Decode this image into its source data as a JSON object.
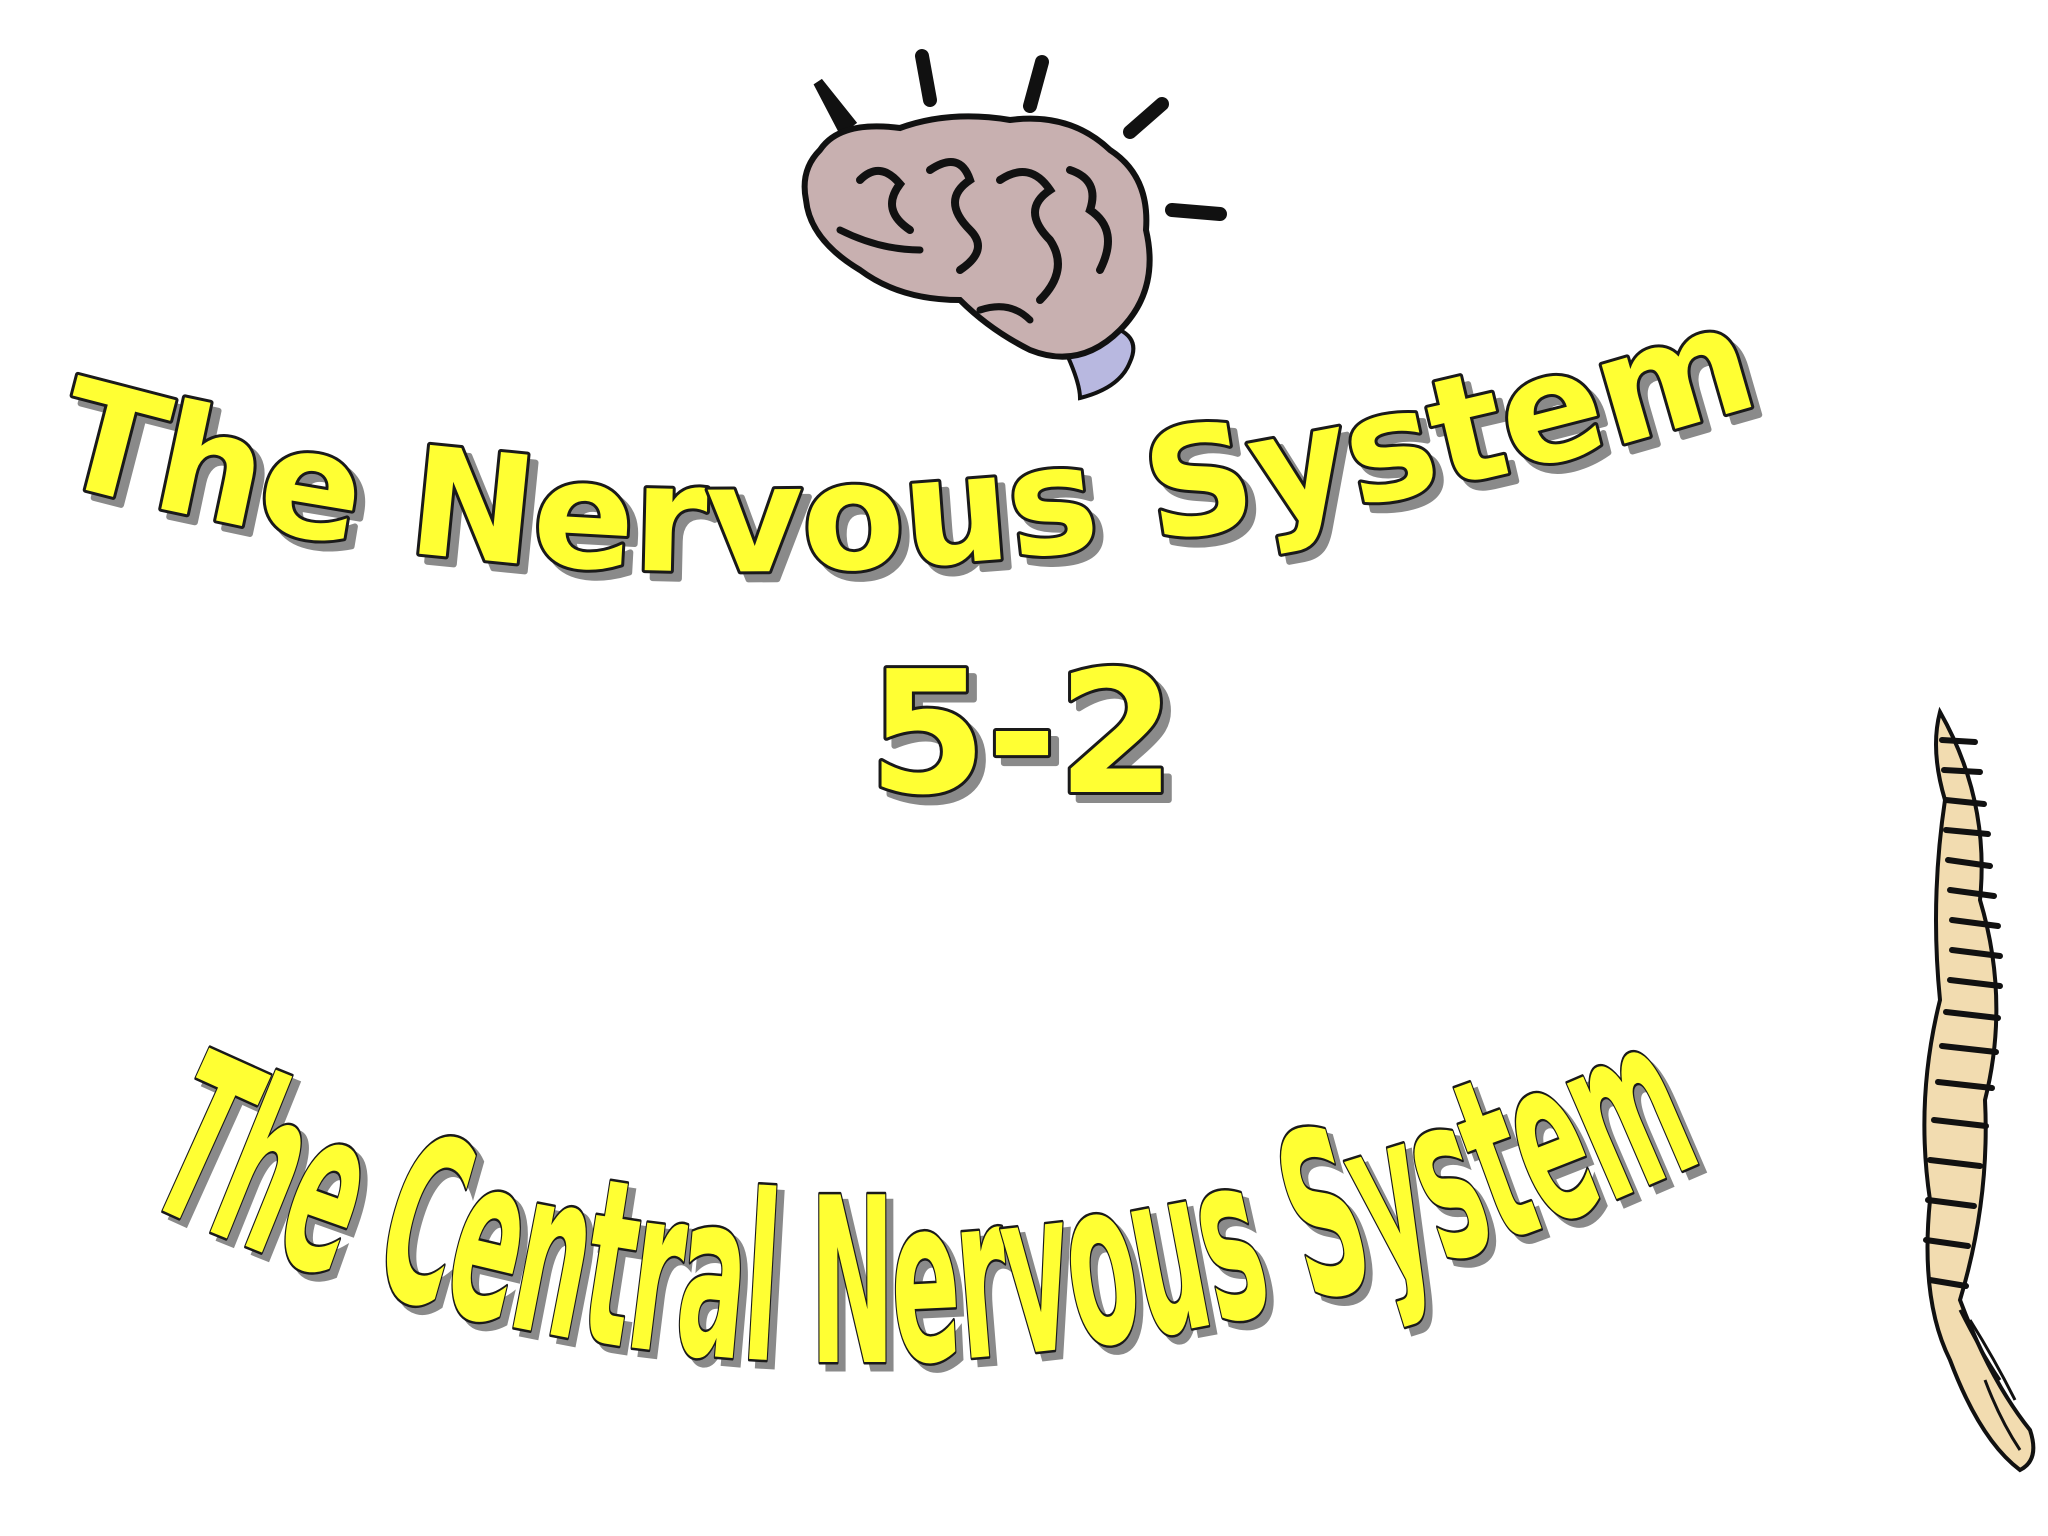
{
  "slide": {
    "title_line1": "The Nervous System",
    "title_line2": "5-2",
    "subtitle": "The Central Nervous System"
  },
  "icons": {
    "brain": "brain-icon",
    "spine": "spine-icon"
  },
  "colors": {
    "background": "#ffffff",
    "wordart_fill": "#ffff33",
    "wordart_outline": "#1a1a1a",
    "wordart_shadow": "#8a8a8a",
    "brain_fill": "#c8b0b0",
    "spine_fill": "#f2dcb0"
  }
}
